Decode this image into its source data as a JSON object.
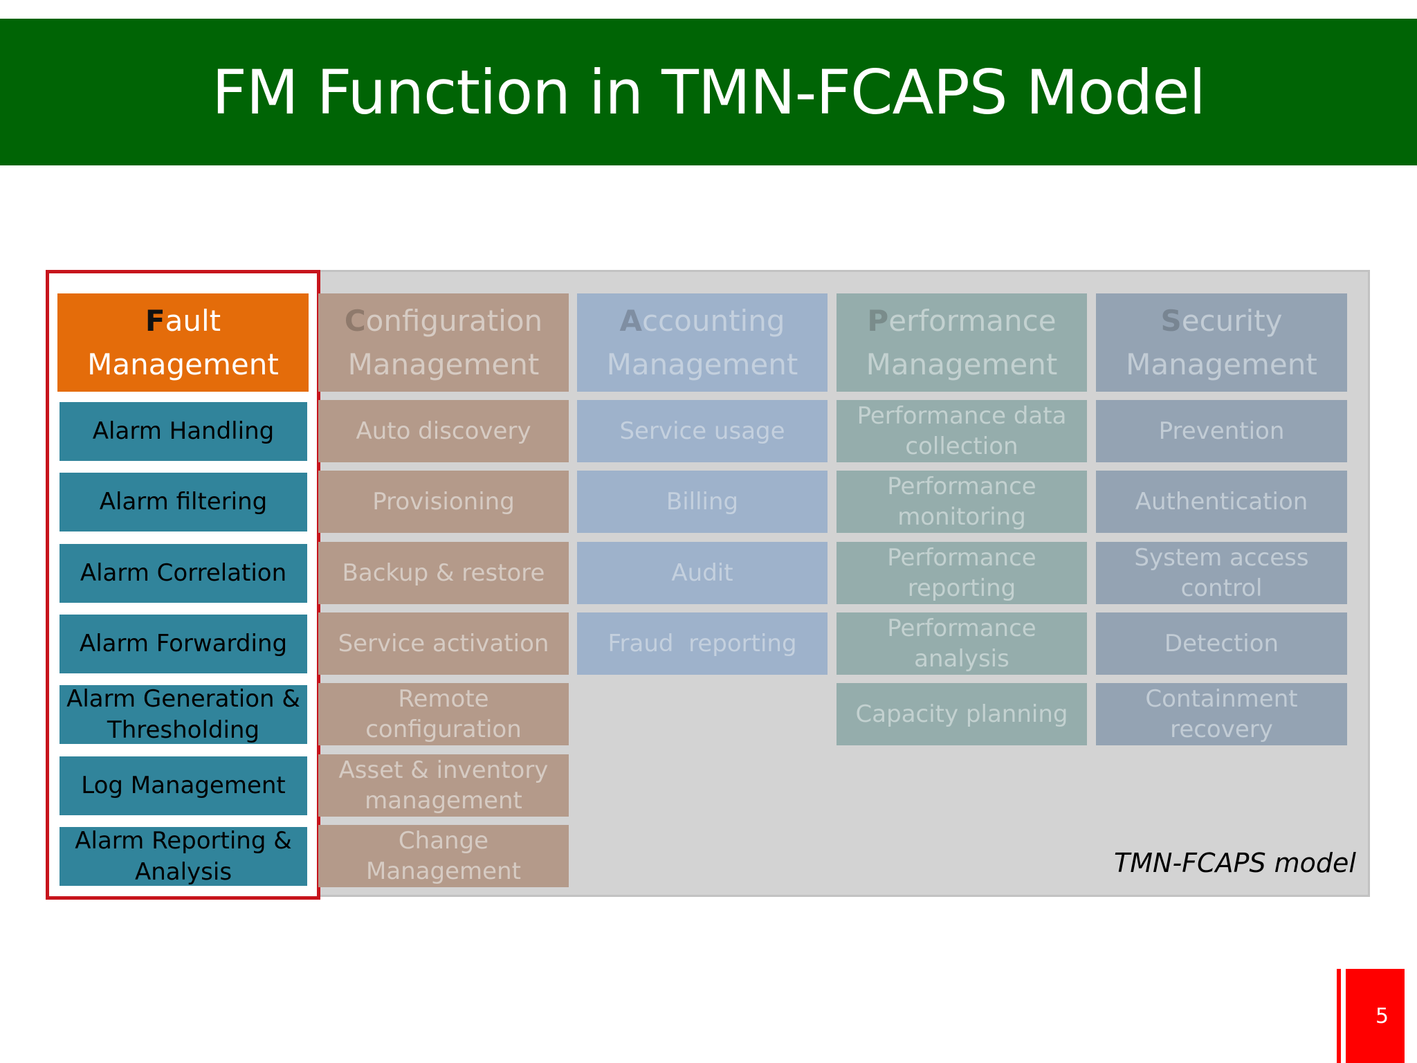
{
  "title": "FM Function in TMN-FCAPS Model",
  "caption": "TMN-FCAPS model",
  "page_number": "5",
  "columns": [
    {
      "id": "fault",
      "initial": "F",
      "rest": "ault",
      "second": "Management",
      "items": [
        "Alarm Handling",
        "Alarm filtering",
        "Alarm Correlation",
        "Alarm Forwarding",
        "Alarm Generation & Thresholding",
        "Log Management",
        "Alarm Reporting & Analysis"
      ]
    },
    {
      "id": "configuration",
      "initial": "C",
      "rest": "onfiguration",
      "second": "Management",
      "items": [
        "Auto discovery",
        "Provisioning",
        "Backup & restore",
        "Service activation",
        "Remote configuration",
        "Asset & inventory management",
        "Change Management"
      ]
    },
    {
      "id": "accounting",
      "initial": "A",
      "rest": "ccounting",
      "second": "Management",
      "items": [
        "Service usage",
        "Billing",
        "Audit",
        "Fraud  reporting"
      ]
    },
    {
      "id": "performance",
      "initial": "P",
      "rest": "erformance",
      "second": "Management",
      "items": [
        "Performance data collection",
        "Performance monitoring",
        "Performance reporting",
        "Performance analysis",
        "Capacity planning"
      ]
    },
    {
      "id": "security",
      "initial": "S",
      "rest": "ecurity",
      "second": "Management",
      "items": [
        "Prevention",
        "Authentication",
        "System access control",
        "Detection",
        "Containment recovery"
      ]
    }
  ]
}
